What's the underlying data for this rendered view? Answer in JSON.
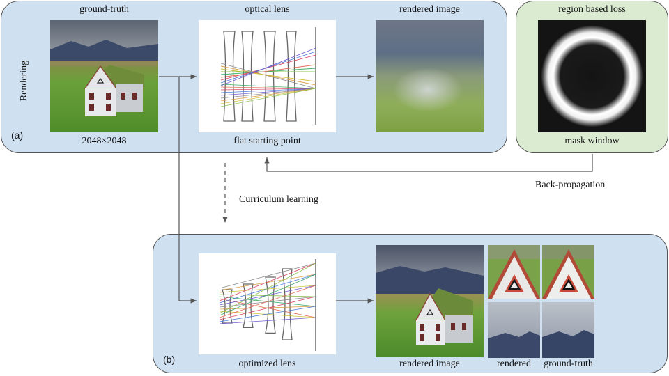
{
  "panel_a": {
    "tag": "(a)",
    "side_label": "Rendering",
    "gt_title": "ground-truth",
    "gt_caption": "2048×2048",
    "lens_title": "optical lens",
    "lens_caption": "flat starting point",
    "render_title": "rendered image"
  },
  "loss_panel": {
    "title": "region based loss",
    "caption": "mask window"
  },
  "backprop_label": "Back-propagation",
  "curriculum_label": "Curriculum learning",
  "panel_b": {
    "tag": "(b)",
    "lens_caption": "optimized lens",
    "render_caption": "rendered image",
    "crop_rendered_caption": "rendered",
    "crop_gt_caption": "ground-truth"
  },
  "colors": {
    "panel_blue": "#cfe0f1",
    "panel_green": "#dbebd2",
    "ray_colors": [
      "#8a8a8a",
      "#d9a14a",
      "#cfc23d",
      "#8cc04d",
      "#3fae6a",
      "#e06a55",
      "#d84060",
      "#4b7bd8",
      "#6f5fd0"
    ]
  }
}
